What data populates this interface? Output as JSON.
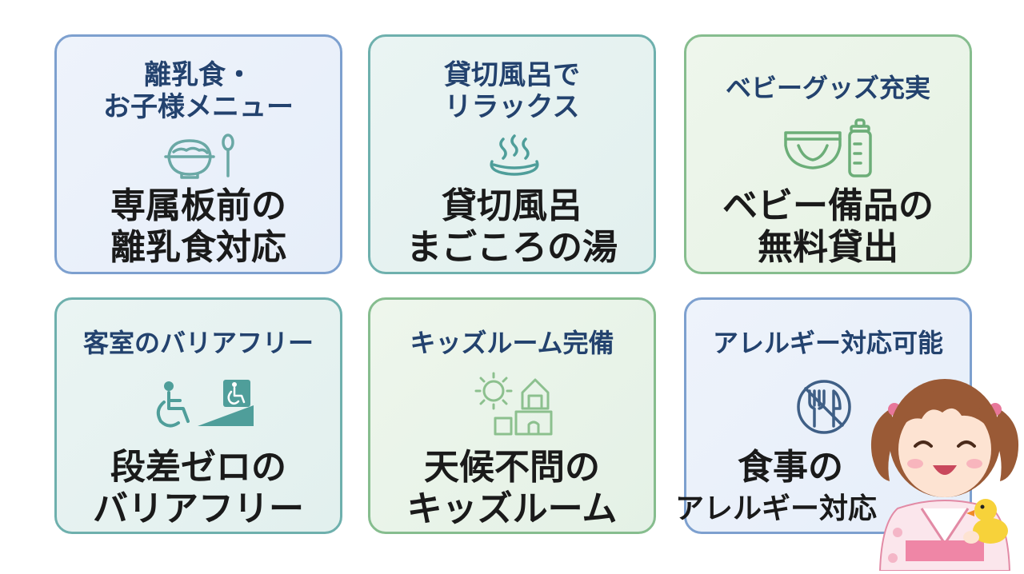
{
  "cards": [
    {
      "title_lines": [
        "離乳食・",
        "お子様メニュー"
      ],
      "icon": "rice-bowl-spoon-icon",
      "main_lines": [
        "専属板前の",
        "離乳食対応"
      ]
    },
    {
      "title_lines": [
        "貸切風呂で",
        "リラックス"
      ],
      "icon": "hot-spring-icon",
      "main_lines": [
        "貸切風呂",
        "まごころの湯"
      ]
    },
    {
      "title_lines": [
        "ベビーグッズ充実"
      ],
      "icon": "diaper-bottle-icon",
      "main_lines": [
        "ベビー備品の",
        "無料貸出"
      ]
    },
    {
      "title_lines": [
        "客室のバリアフリー"
      ],
      "icon": "wheelchair-ramp-icon",
      "main_lines": [
        "段差ゼロの",
        "バリアフリー"
      ]
    },
    {
      "title_lines": [
        "キッズルーム完備"
      ],
      "icon": "sun-blocks-icon",
      "main_lines": [
        "天候不問の",
        "キッズルーム"
      ]
    },
    {
      "title_lines": [
        "アレルギー対応可能"
      ],
      "icon": "no-cutlery-icon",
      "main_lines": [
        "食事の",
        "アレルギー対応"
      ]
    }
  ],
  "colors": {
    "title": "#23426e",
    "main": "#1a1a1a",
    "border_blue": "#7da0cf",
    "border_teal": "#6eb0ad",
    "border_green": "#86bd8e"
  }
}
